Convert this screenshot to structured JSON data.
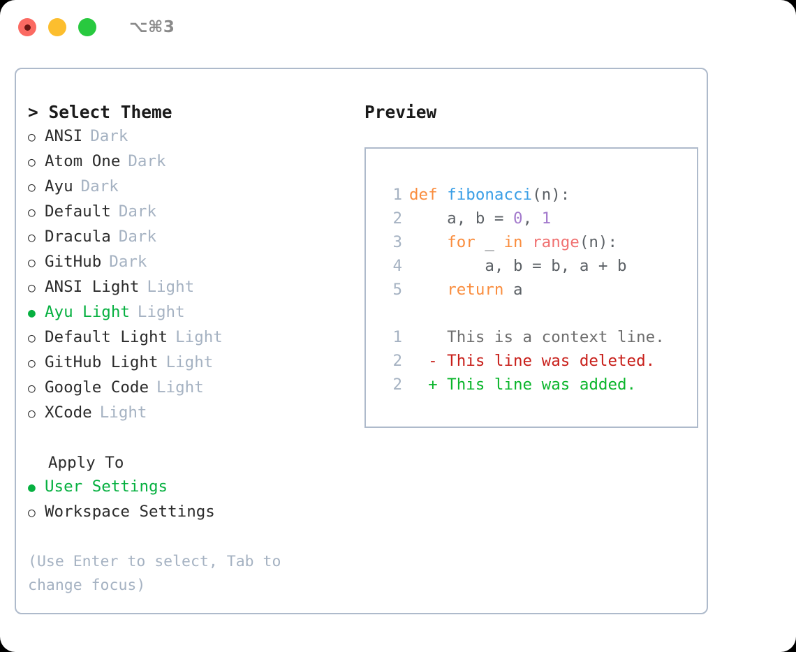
{
  "window": {
    "traffic_lights": [
      "close-red",
      "minimize-yellow",
      "maximize-green"
    ],
    "shortcut_label": "⌥⌘3"
  },
  "theme_picker": {
    "heading": "> Select Theme",
    "bullet_unselected": "○",
    "bullet_selected": "●",
    "options": [
      {
        "label": "ANSI",
        "tag": "Dark",
        "selected": false
      },
      {
        "label": "Atom One",
        "tag": "Dark",
        "selected": false
      },
      {
        "label": "Ayu",
        "tag": "Dark",
        "selected": false
      },
      {
        "label": "Default",
        "tag": "Dark",
        "selected": false
      },
      {
        "label": "Dracula",
        "tag": "Dark",
        "selected": false
      },
      {
        "label": "GitHub",
        "tag": "Dark",
        "selected": false
      },
      {
        "label": "ANSI Light",
        "tag": "Light",
        "selected": false
      },
      {
        "label": "Ayu Light",
        "tag": "Light",
        "selected": true
      },
      {
        "label": "Default Light",
        "tag": "Light",
        "selected": false
      },
      {
        "label": "GitHub Light",
        "tag": "Light",
        "selected": false
      },
      {
        "label": "Google Code",
        "tag": "Light",
        "selected": false
      },
      {
        "label": "XCode",
        "tag": "Light",
        "selected": false
      }
    ]
  },
  "apply_to": {
    "heading": "Apply To",
    "options": [
      {
        "label": "User Settings",
        "selected": true
      },
      {
        "label": "Workspace Settings",
        "selected": false
      }
    ]
  },
  "hint": "(Use Enter to select, Tab to change focus)",
  "preview": {
    "title": "Preview",
    "code_lines": [
      {
        "number": "1",
        "tokens": [
          {
            "text": "def ",
            "type": "kw"
          },
          {
            "text": "fibonacci",
            "type": "fn"
          },
          {
            "text": "(n):",
            "type": "punct"
          }
        ]
      },
      {
        "number": "2",
        "tokens": [
          {
            "text": "    a, b = ",
            "type": "plain"
          },
          {
            "text": "0",
            "type": "num"
          },
          {
            "text": ", ",
            "type": "plain"
          },
          {
            "text": "1",
            "type": "num"
          }
        ]
      },
      {
        "number": "3",
        "tokens": [
          {
            "text": "    ",
            "type": "plain"
          },
          {
            "text": "for",
            "type": "kw"
          },
          {
            "text": " _ ",
            "type": "plain"
          },
          {
            "text": "in",
            "type": "kw"
          },
          {
            "text": " ",
            "type": "plain"
          },
          {
            "text": "range",
            "type": "builtin"
          },
          {
            "text": "(n):",
            "type": "punct"
          }
        ]
      },
      {
        "number": "4",
        "tokens": [
          {
            "text": "        a, b = b, a + b",
            "type": "plain"
          }
        ]
      },
      {
        "number": "5",
        "tokens": [
          {
            "text": "    ",
            "type": "plain"
          },
          {
            "text": "return",
            "type": "kw"
          },
          {
            "text": " a",
            "type": "plain"
          }
        ]
      }
    ],
    "diff_lines": [
      {
        "number": "1",
        "marker": " ",
        "text": "This is a context line.",
        "kind": "ctx"
      },
      {
        "number": "2",
        "marker": "-",
        "text": "This line was deleted.",
        "kind": "del"
      },
      {
        "number": "2",
        "marker": "+",
        "text": "This line was added.",
        "kind": "add"
      }
    ]
  },
  "colors": {
    "accent_green": "#06b040",
    "muted": "#a5b2c2",
    "border": "#aebacb",
    "keyword": "#fa8d3e",
    "function": "#399ee6",
    "number": "#a37acc",
    "builtin": "#f07171",
    "diff_add": "#0ab52b",
    "diff_del": "#c8201b",
    "diff_ctx": "#6e6e6e"
  }
}
